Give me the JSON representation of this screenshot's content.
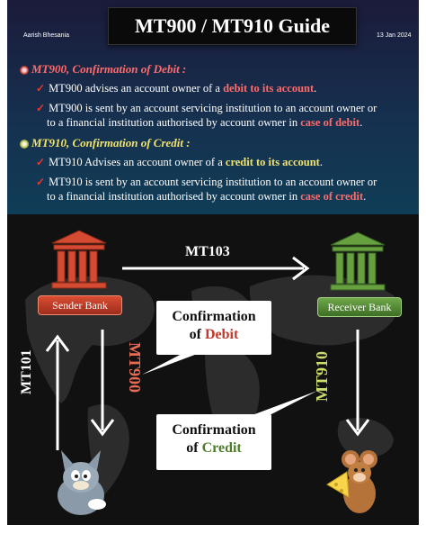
{
  "header": {
    "title": "MT900 / MT910 Guide",
    "author": "Aarish Bhesania",
    "date": "13 Jan 2024"
  },
  "sections": [
    {
      "heading": "MT900, Confirmation of Debit :",
      "items": [
        {
          "pre": "MT900 advises an account owner of a ",
          "highlight": "debit to its account",
          "post": "."
        },
        {
          "line1": "MT900 is sent by an account servicing institution to an account owner or",
          "pre": "to a financial institution authorised by account owner in ",
          "highlight": "case of debit",
          "post": "."
        }
      ]
    },
    {
      "heading": "MT910, Confirmation of Credit :",
      "items": [
        {
          "pre": "MT910 Advises an account owner of a ",
          "highlight": "credit to its account",
          "post": "."
        },
        {
          "line1": "MT910 is sent by an account servicing institution to an account owner or",
          "pre": "to a financial institution authorised by account owner in ",
          "highlight": "case of credit",
          "post": "."
        }
      ]
    }
  ],
  "diagram": {
    "sender_label": "Sender Bank",
    "receiver_label": "Receiver Bank",
    "mt103": "MT103",
    "mt101": "MT101",
    "mt900": "MT900",
    "mt910": "MT910",
    "bubble_debit": {
      "line1": "Confirmation",
      "of": "of ",
      "word": "Debit"
    },
    "bubble_credit": {
      "line1": "Confirmation",
      "of": "of ",
      "word": "Credit"
    }
  },
  "colors": {
    "debit_heading": "#ff6b6b",
    "credit_heading": "#f2e36c",
    "sender_bank": "#c0392b",
    "receiver_bank": "#5a8f3c"
  }
}
